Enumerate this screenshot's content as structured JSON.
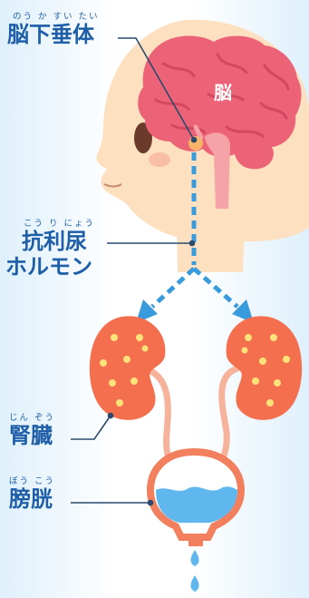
{
  "labels": {
    "pituitary": {
      "ruby": "のう か すい たい",
      "term": "脳下垂体"
    },
    "brain": {
      "term": "脳"
    },
    "adh": {
      "ruby": "こう り にょう",
      "term_line1": "抗利尿",
      "term_line2": "ホルモン"
    },
    "kidney": {
      "ruby": "じん ぞう",
      "term": "腎臓"
    },
    "bladder": {
      "ruby": "ぼう こう",
      "term": "膀胱"
    }
  },
  "colors": {
    "label_text": "#1f5fa8",
    "skin": "#fde0bf",
    "brain": "#ec6276",
    "kidney": "#f36f4e",
    "kidney_dots": "#ffe27a",
    "arrow": "#3a9bdc",
    "bladder_outline": "#f27f5e",
    "water": "#5fb7ee"
  }
}
